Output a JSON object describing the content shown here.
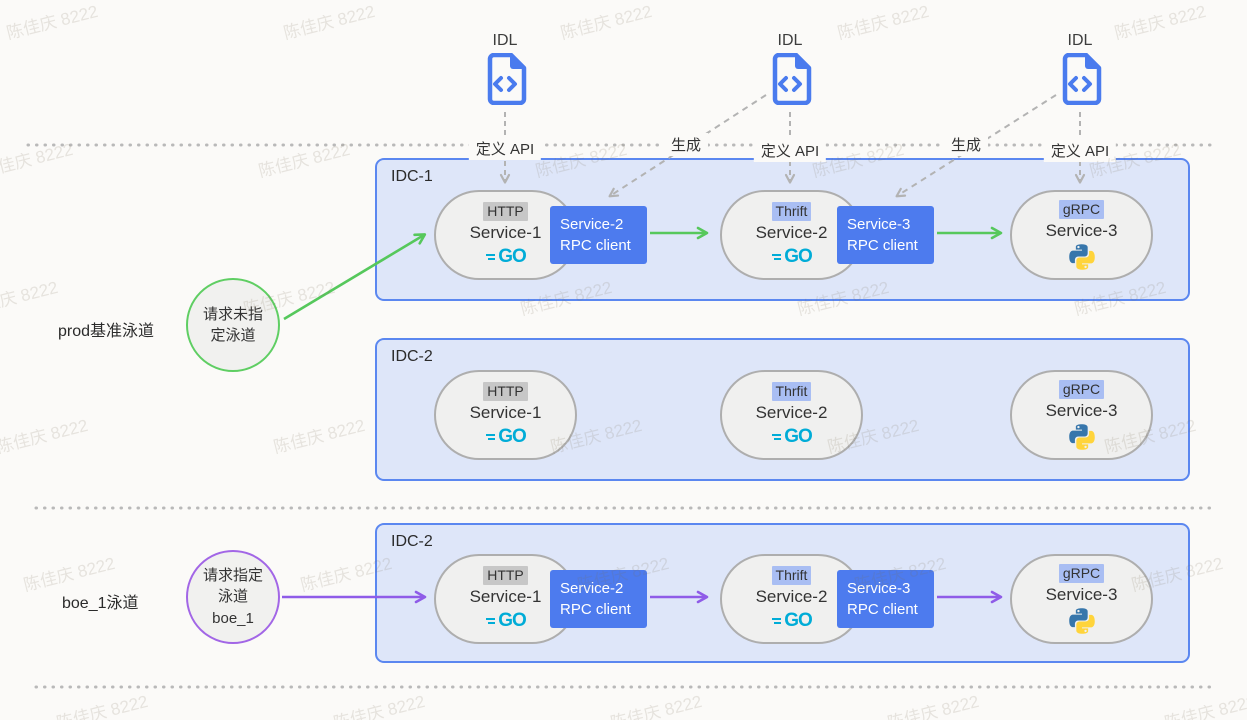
{
  "watermark": "陈佳庆 8222",
  "colors": {
    "idc_fill": "#dee6f9",
    "idc_border": "#5b87f0",
    "rpc_blue": "#4d7bee",
    "arrow_green": "#56c85c",
    "arrow_purple": "#8f5ce8",
    "tag_gray": "#c7c7c7",
    "tag_blue": "#a9bef3",
    "go_cyan": "#00acd7",
    "python_blue": "#3776ab",
    "python_yellow": "#ffd43b",
    "idl_blue": "#4a7bee",
    "dash_gray": "#b3b3b3"
  },
  "idl_files": [
    {
      "title": "IDL",
      "api_label": "定义 API"
    },
    {
      "title": "IDL",
      "api_label": "定义 API",
      "generate_label": "生成"
    },
    {
      "title": "IDL",
      "api_label": "定义 API",
      "generate_label": "生成"
    }
  ],
  "logos": {
    "go_text": "GO"
  },
  "lanes": {
    "prod": {
      "label": "prod基准泳道",
      "request_circle": {
        "lines": [
          "请求未指",
          "定泳道"
        ]
      },
      "idc_boxes": [
        {
          "label": "IDC-1",
          "services": [
            {
              "protocol": "HTTP",
              "name": "Service-1",
              "runtime": "go"
            },
            {
              "protocol": "Thrift",
              "name": "Service-2",
              "runtime": "go"
            },
            {
              "protocol": "gRPC",
              "name": "Service-3",
              "runtime": "python"
            }
          ],
          "rpc_clients": [
            {
              "line1": "Service-2",
              "line2": "RPC client"
            },
            {
              "line1": "Service-3",
              "line2": "RPC client"
            }
          ]
        },
        {
          "label": "IDC-2",
          "services": [
            {
              "protocol": "HTTP",
              "name": "Service-1",
              "runtime": "go"
            },
            {
              "protocol": "Thrfit",
              "name": "Service-2",
              "runtime": "go"
            },
            {
              "protocol": "gRPC",
              "name": "Service-3",
              "runtime": "python"
            }
          ]
        }
      ]
    },
    "boe": {
      "label": "boe_1泳道",
      "request_circle": {
        "lines": [
          "请求指定",
          "泳道",
          "boe_1"
        ]
      },
      "idc_boxes": [
        {
          "label": "IDC-2",
          "services": [
            {
              "protocol": "HTTP",
              "name": "Service-1",
              "runtime": "go"
            },
            {
              "protocol": "Thrift",
              "name": "Service-2",
              "runtime": "go"
            },
            {
              "protocol": "gRPC",
              "name": "Service-3",
              "runtime": "python"
            }
          ],
          "rpc_clients": [
            {
              "line1": "Service-2",
              "line2": "RPC client"
            },
            {
              "line1": "Service-3",
              "line2": "RPC client"
            }
          ]
        }
      ]
    }
  }
}
